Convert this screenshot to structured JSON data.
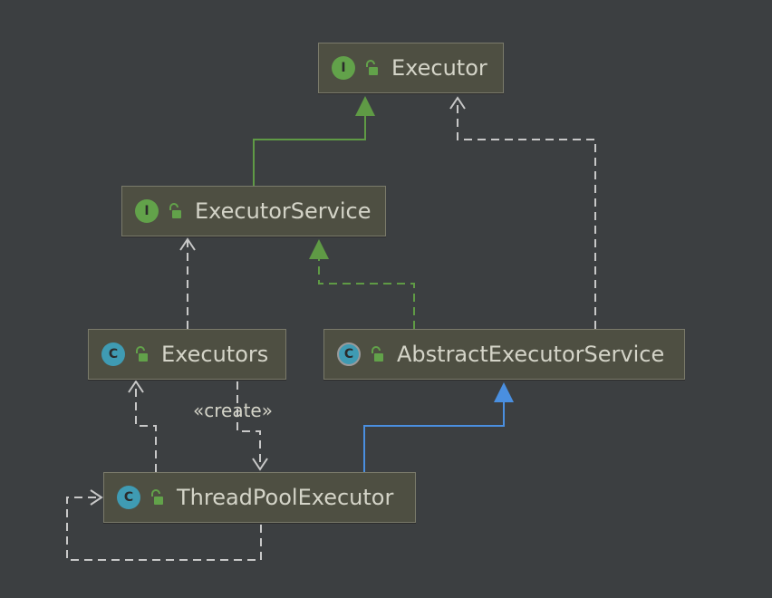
{
  "diagram": {
    "nodes": {
      "executor": {
        "name": "Executor",
        "kind": "interface",
        "kind_letter": "I",
        "icon": "unlocked-icon"
      },
      "executor_service": {
        "name": "ExecutorService",
        "kind": "interface",
        "kind_letter": "I",
        "icon": "unlocked-icon"
      },
      "executors": {
        "name": "Executors",
        "kind": "class",
        "kind_letter": "C",
        "icon": "unlocked-icon"
      },
      "abstract_executor_service": {
        "name": "AbstractExecutorService",
        "kind": "abstract-class",
        "kind_letter": "C",
        "icon": "unlocked-icon"
      },
      "thread_pool_executor": {
        "name": "ThreadPoolExecutor",
        "kind": "class",
        "kind_letter": "C",
        "icon": "unlocked-icon"
      }
    },
    "edges": [
      {
        "from": "ExecutorService",
        "to": "Executor",
        "type": "extends"
      },
      {
        "from": "AbstractExecutorService",
        "to": "Executor",
        "type": "dependency"
      },
      {
        "from": "Executors",
        "to": "ExecutorService",
        "type": "dependency"
      },
      {
        "from": "AbstractExecutorService",
        "to": "ExecutorService",
        "type": "implements"
      },
      {
        "from": "ThreadPoolExecutor",
        "to": "AbstractExecutorService",
        "type": "extends"
      },
      {
        "from": "ThreadPoolExecutor",
        "to": "Executors",
        "type": "dependency"
      },
      {
        "from": "Executors",
        "to": "ThreadPoolExecutor",
        "type": "dependency",
        "label": "«create»"
      },
      {
        "from": "ThreadPoolExecutor",
        "to": "ThreadPoolExecutor",
        "type": "dependency"
      }
    ],
    "edge_labels": {
      "create": "«create»"
    },
    "colors": {
      "background": "#3c3f41",
      "node_fill": "#4e4f42",
      "node_border": "#7a7a6a",
      "text": "#d4d4c8",
      "interface_badge": "#62a24a",
      "class_badge": "#3f9bb3",
      "extends_interface_arrow": "#5f9a45",
      "extends_class_arrow": "#4a8fe0",
      "dependency_line": "#c8c8c8"
    }
  }
}
